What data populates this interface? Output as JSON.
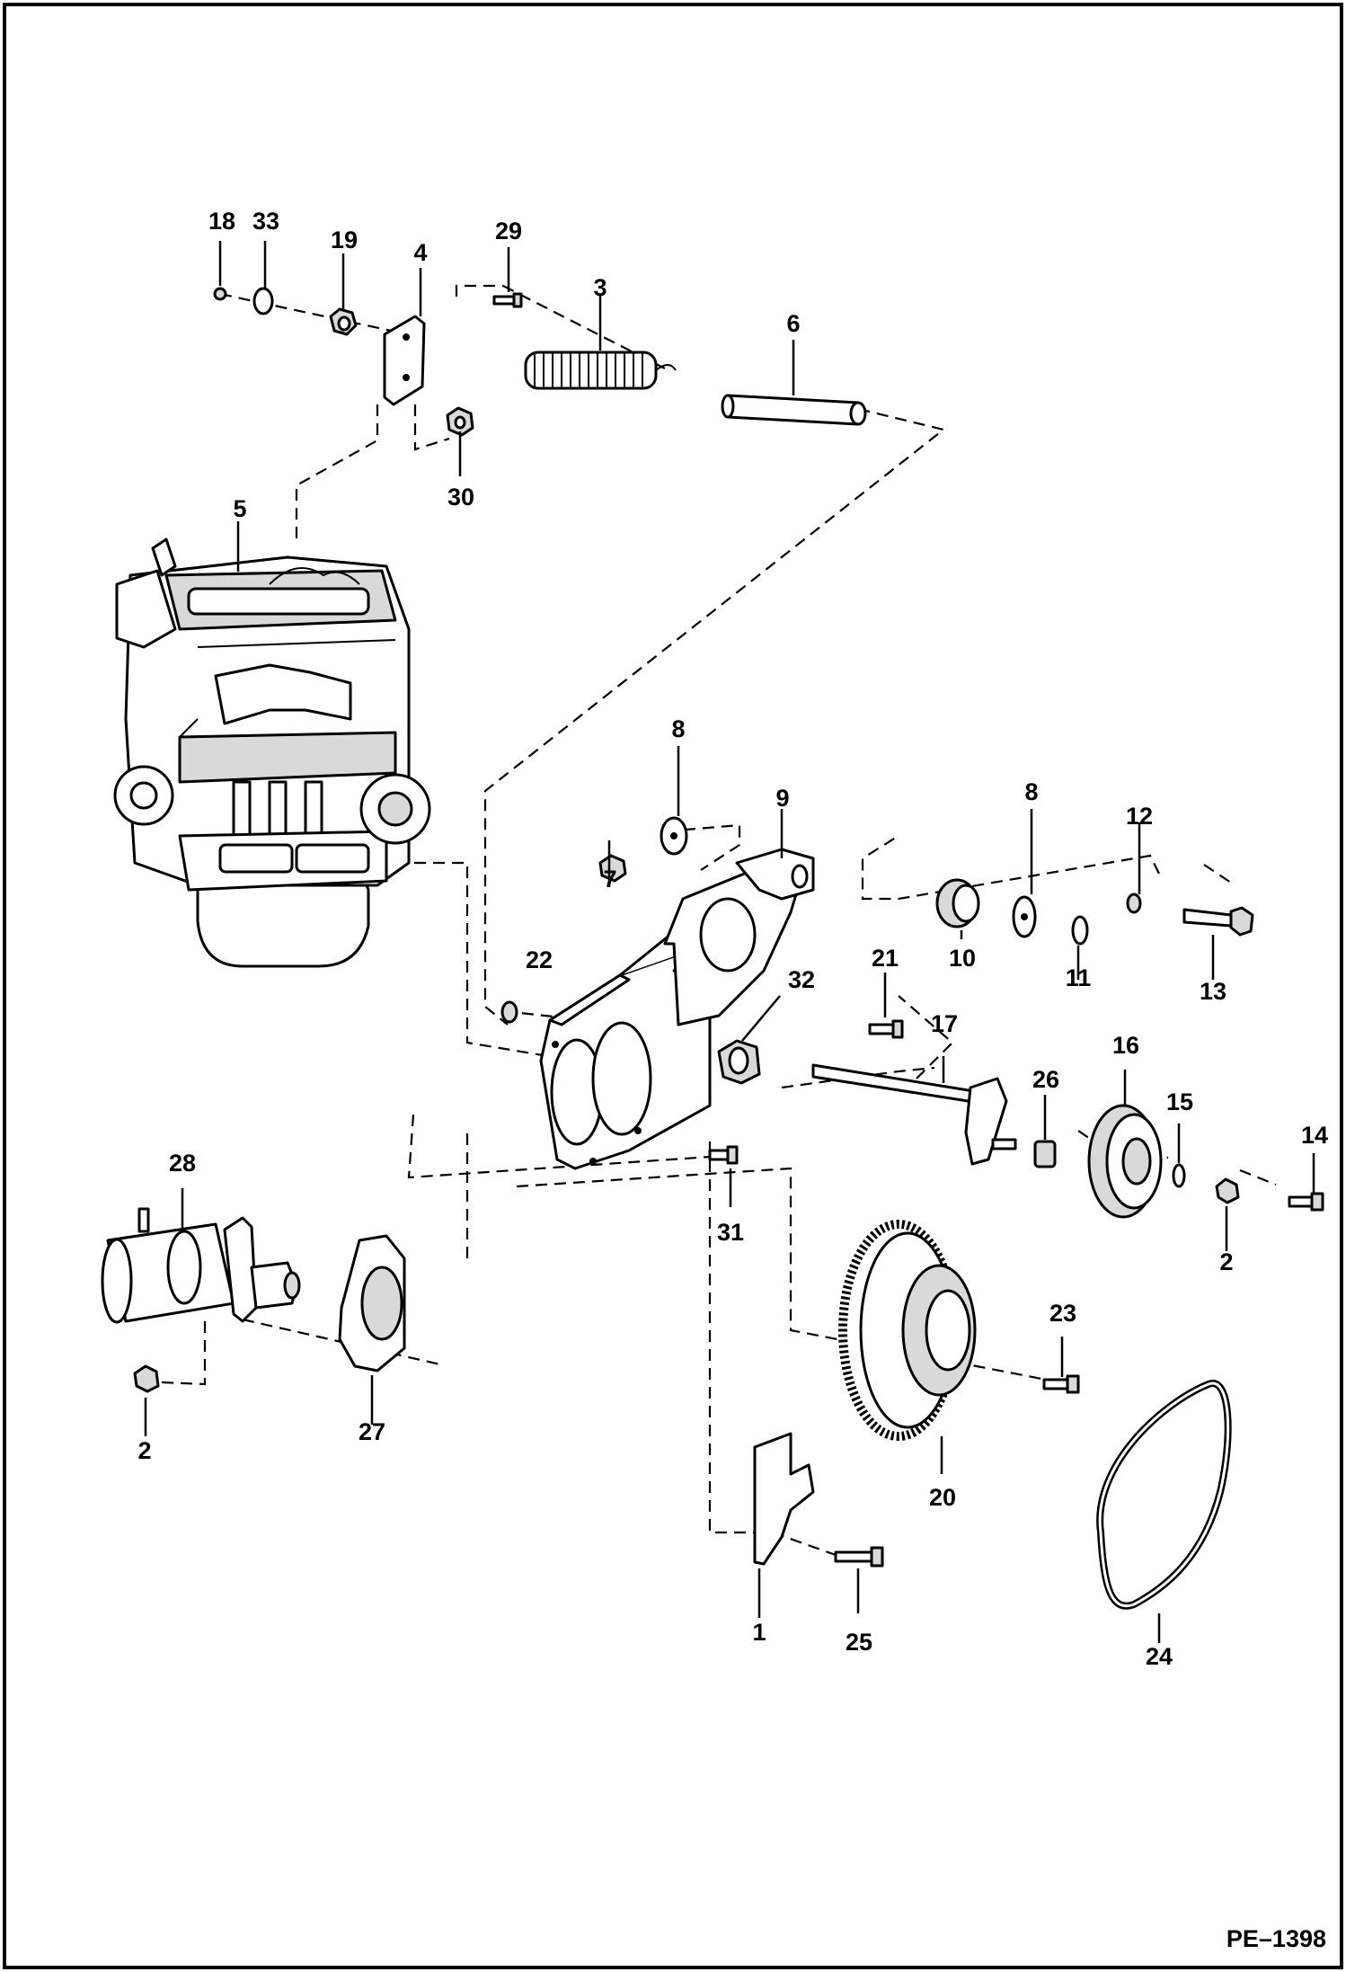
{
  "figure_code": "PE–1398",
  "callouts": [
    {
      "n": "18"
    },
    {
      "n": "33"
    },
    {
      "n": "19"
    },
    {
      "n": "4"
    },
    {
      "n": "29"
    },
    {
      "n": "3"
    },
    {
      "n": "6"
    },
    {
      "n": "30"
    },
    {
      "n": "5"
    },
    {
      "n": "8"
    },
    {
      "n": "9"
    },
    {
      "n": "8"
    },
    {
      "n": "12"
    },
    {
      "n": "7"
    },
    {
      "n": "10"
    },
    {
      "n": "11"
    },
    {
      "n": "13"
    },
    {
      "n": "22"
    },
    {
      "n": "32"
    },
    {
      "n": "21"
    },
    {
      "n": "17"
    },
    {
      "n": "16"
    },
    {
      "n": "26"
    },
    {
      "n": "15"
    },
    {
      "n": "14"
    },
    {
      "n": "28"
    },
    {
      "n": "31"
    },
    {
      "n": "2"
    },
    {
      "n": "23"
    },
    {
      "n": "2"
    },
    {
      "n": "27"
    },
    {
      "n": "20"
    },
    {
      "n": "1"
    },
    {
      "n": "25"
    },
    {
      "n": "24"
    }
  ]
}
